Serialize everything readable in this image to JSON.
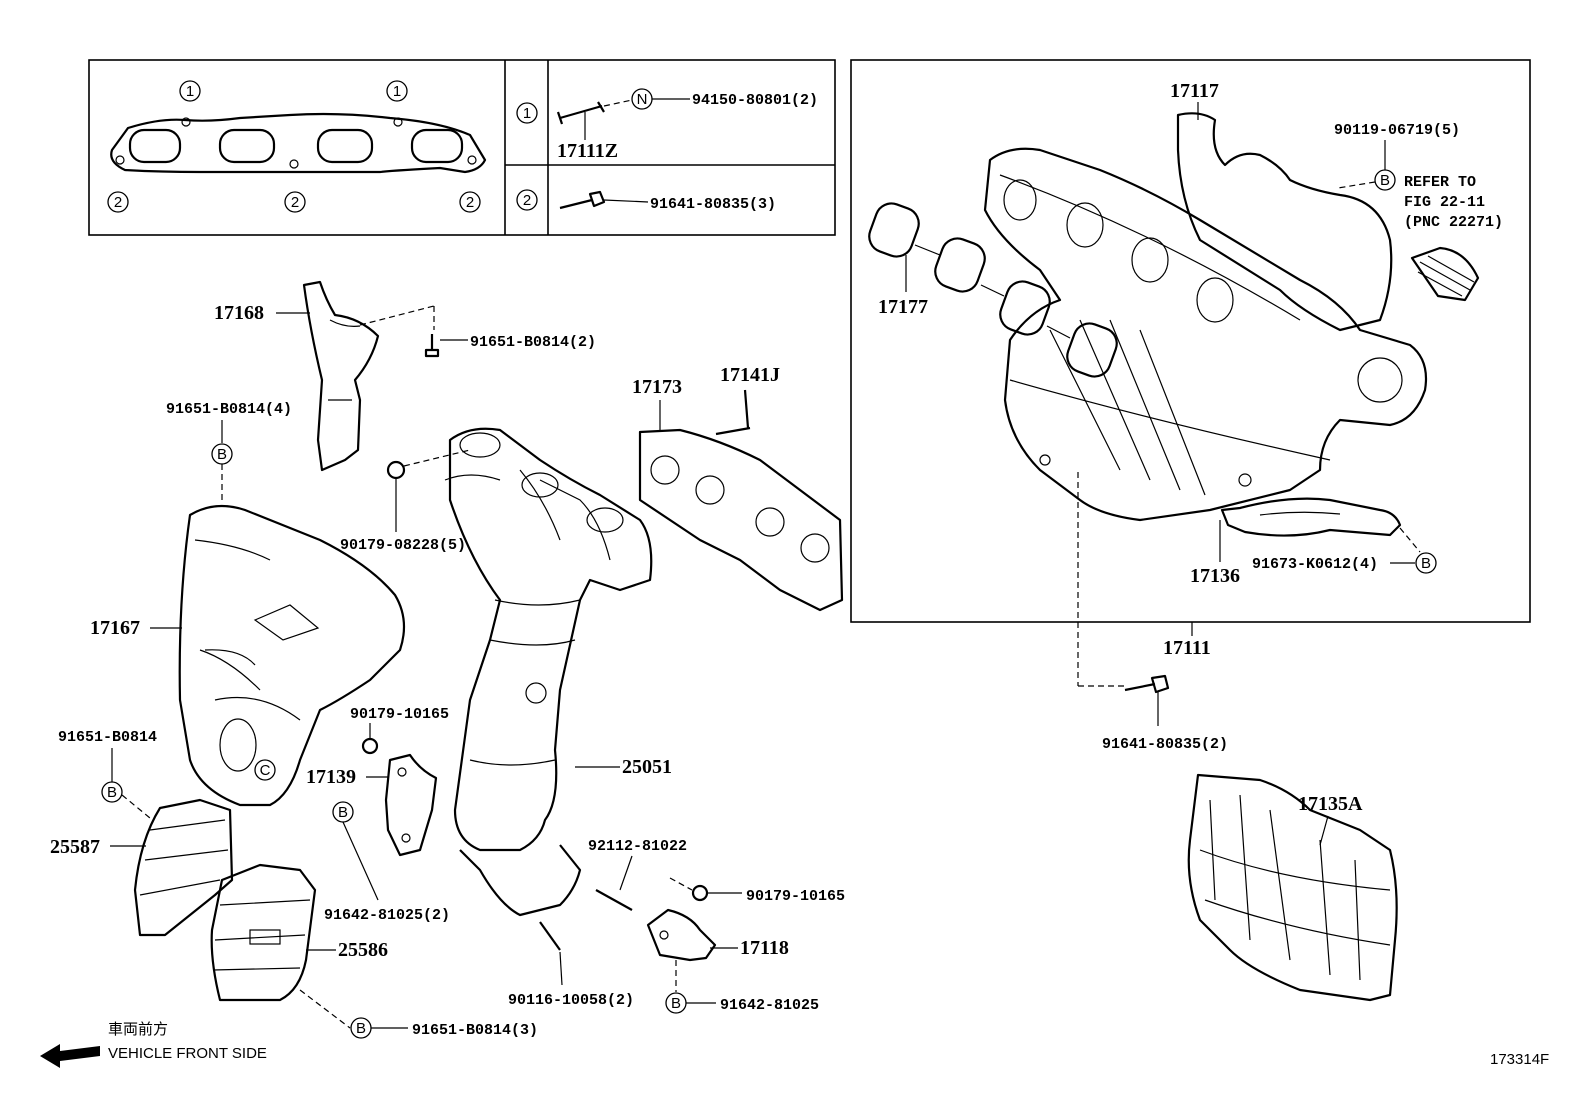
{
  "table": {
    "rows": [
      {
        "num": "1",
        "code": "N",
        "part": "94150-80801(2)",
        "sub": "17111Z"
      },
      {
        "num": "2",
        "part": "91641-80835(3)"
      }
    ]
  },
  "gasket_marks": {
    "one": "1",
    "two": "2"
  },
  "refer": {
    "line1": "REFER TO",
    "line2": "FIG 22-11",
    "line3": "(PNC 22271)"
  },
  "parts": {
    "p17117": "17117",
    "p90119": "90119-06719(5)",
    "p17177": "17177",
    "p17168": "17168",
    "p91651_2": "91651-B0814(2)",
    "p91651_4": "91651-B0814(4)",
    "p17173": "17173",
    "p17141J": "17141J",
    "p90179_08228": "90179-08228(5)",
    "p17167": "17167",
    "p17136": "17136",
    "p91673": "91673-K0612(4)",
    "p17111": "17111",
    "p91641_2": "91641-80835(2)",
    "p90179_10165_a": "90179-10165",
    "p17139": "17139",
    "p25051": "25051",
    "p91651": "91651-B0814",
    "p17135A": "17135A",
    "p25587": "25587",
    "p92112": "92112-81022",
    "p90179_10165_b": "90179-10165",
    "p91642_2": "91642-81025(2)",
    "p17118": "17118",
    "p25586": "25586",
    "p90116": "90116-10058(2)",
    "p91642": "91642-81025",
    "p91651_3": "91651-B0814(3)"
  },
  "marks": {
    "B": "B",
    "C": "C",
    "N": "N"
  },
  "front": {
    "jp": "車両前方",
    "en": "VEHICLE FRONT SIDE"
  },
  "figure_id": "173314F"
}
